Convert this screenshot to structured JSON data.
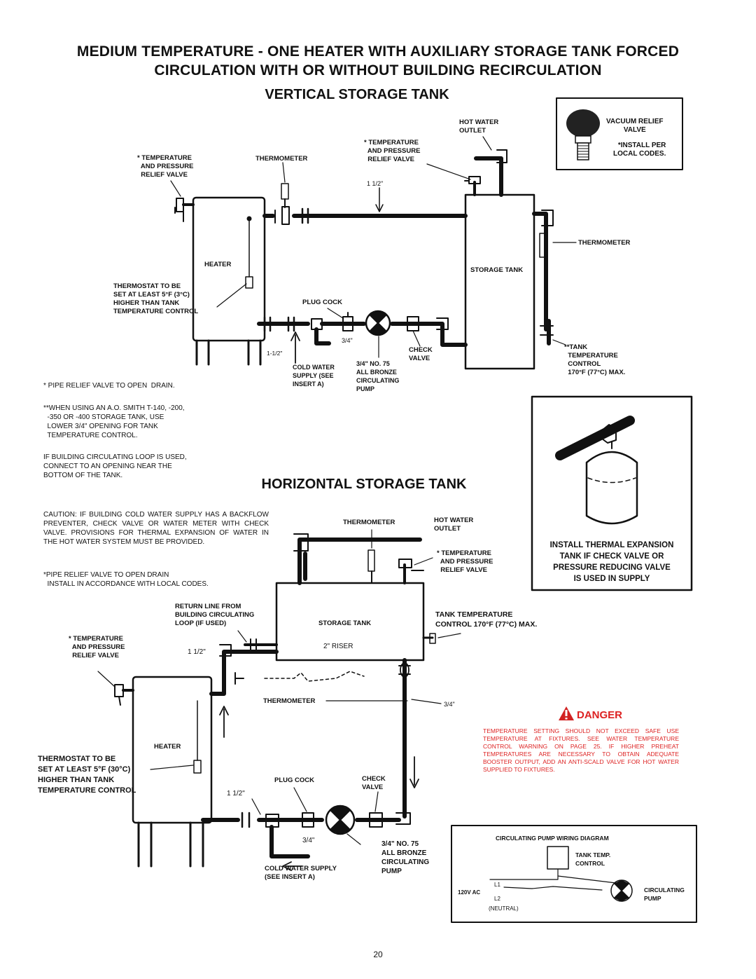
{
  "title": {
    "line1": "MEDIUM TEMPERATURE - ONE HEATER WITH AUXILIARY STORAGE TANK FORCED",
    "line2": "CIRCULATION WITH OR WITHOUT BUILDING RECIRCULATION"
  },
  "vertical": {
    "heading": "VERTICAL STORAGE TANK",
    "tp_relief_left": "* TEMPERATURE\n  AND PRESSURE\n  RELIEF VALVE",
    "thermometer_top": "THERMOMETER",
    "tp_relief_right": "* TEMPERATURE\n  AND PRESSURE\n  RELIEF VALVE",
    "hot_water_outlet": "HOT WATER\nOUTLET",
    "size_1_1_2": "1 1/2\"",
    "heater": "HEATER",
    "storage_tank": "STORAGE TANK",
    "thermometer_right": "THERMOMETER",
    "thermostat": "THERMOSTAT TO BE\nSET AT LEAST 5°F (3°C)\nHIGHER THAN TANK\nTEMPERATURE CONTROL",
    "plug_cock": "PLUG COCK",
    "size_3_4": "3/4\"",
    "check_valve": "CHECK\nVALVE",
    "tank_temp": "**TANK\n  TEMPERATURE\n  CONTROL\n  170°F (77°C) MAX.",
    "size_1_1_2b": "1-1/2\"",
    "cold_water": "COLD WATER\nSUPPLY (SEE\nINSERT A)",
    "pump": "3/4\" NO. 75\nALL BRONZE\nCIRCULATING\nPUMP"
  },
  "vacuum_insert": {
    "label": "VACUUM RELIEF\nVALVE",
    "note": "*INSTALL PER\nLOCAL CODES."
  },
  "notes": {
    "n1": "* PIPE RELIEF VALVE TO OPEN  DRAIN.",
    "n2": "**WHEN USING AN A.O. SMITH T-140, -200,\n  -350 OR -400 STORAGE TANK, USE\n  LOWER 3/4\" OPENING FOR TANK\n  TEMPERATURE CONTROL.",
    "n3": "IF BUILDING CIRCULATING LOOP IS USED,\nCONNECT TO AN OPENING NEAR THE\nBOTTOM OF THE TANK.",
    "caution": "CAUTION: IF BUILDING COLD WATER SUPPLY HAS A BACKFLOW PREVENTER, CHECK VALVE OR WATER METER WITH CHECK VALVE. PROVISIONS FOR THERMAL EXPANSION OF WATER IN THE HOT WATER SYSTEM MUST BE PROVIDED.",
    "n4": "*PIPE RELIEF VALVE TO OPEN DRAIN\n  INSTALL IN ACCORDANCE WITH LOCAL CODES."
  },
  "expansion_insert": {
    "label": "INSTALL THERMAL EXPANSION\nTANK IF CHECK VALVE OR\nPRESSURE REDUCING VALVE\nIS USED IN SUPPLY"
  },
  "horizontal": {
    "heading": "HORIZONTAL STORAGE TANK",
    "thermometer_top": "THERMOMETER",
    "hot_water_outlet": "HOT WATER\nOUTLET",
    "tp_relief_right": "* TEMPERATURE\n  AND PRESSURE\n  RELIEF VALVE",
    "return_line": "RETURN LINE FROM\nBUILDING CIRCULATING\nLOOP (IF USED)",
    "storage_tank": "STORAGE TANK",
    "tank_temp": "TANK TEMPERATURE\nCONTROL 170°F (77°C) MAX.",
    "tp_relief_left": "* TEMPERATURE\n  AND PRESSURE\n  RELIEF VALVE",
    "size_1_1_2": "1 1/2\"",
    "riser": "2\" RISER",
    "thermometer_bottom": "THERMOMETER",
    "size_3_4_right": "3/4\"",
    "heater": "HEATER",
    "thermostat": "THERMOSTAT TO BE\nSET AT LEAST 5°F (30°C)\nHIGHER THAN TANK\nTEMPERATURE CONTROL",
    "plug_cock": "PLUG COCK",
    "check_valve": "CHECK\nVALVE",
    "size_1_1_2b": "1 1/2\"",
    "size_3_4": "3/4\"",
    "cold_water": "COLD WATER SUPPLY\n(SEE INSERT A)",
    "pump": "3/4\" NO. 75\nALL BRONZE\nCIRCULATING\nPUMP"
  },
  "danger": {
    "label": "DANGER",
    "text": "TEMPERATURE SETTING SHOULD NOT EXCEED SAFE USE TEMPERATURE AT FIXTURES. SEE WATER TEMPERATURE CONTROL WARNING ON PAGE 25. IF HIGHER PREHEAT TEMPERATURES ARE NECESSARY TO OBTAIN ADEQUATE BOOSTER OUTPUT, ADD AN ANTI-SCALD VALVE FOR HOT WATER SUPPLIED TO FIXTURES.",
    "color": "#d22222"
  },
  "wiring": {
    "title": "CIRCULATING PUMP WIRING DIAGRAM",
    "tank_temp": "TANK TEMP.\nCONTROL",
    "l1": "L1",
    "l2": "L2",
    "v120": "120V AC",
    "neutral": "(NEUTRAL)",
    "pump": "CIRCULATING\nPUMP"
  },
  "page_number": "20"
}
